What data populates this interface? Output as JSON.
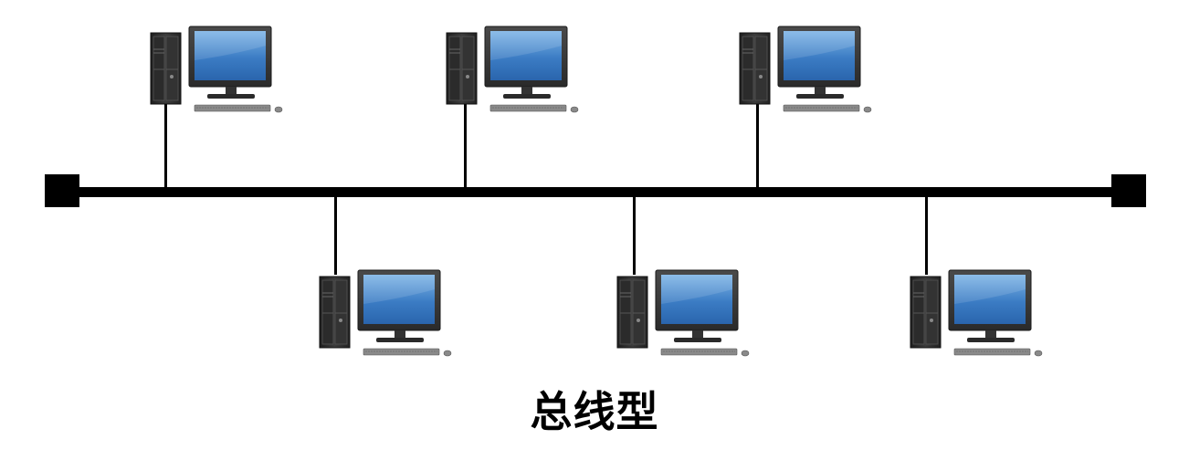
{
  "diagram": {
    "type": "bus-topology",
    "caption": "总线型",
    "node_icon": "desktop-computer-icon",
    "terminator_icon": "bus-terminator-icon",
    "colors": {
      "bus": "#000000",
      "tower_dark": "#2e2e2e",
      "tower_mid": "#4a4a4a",
      "monitor_frame": "#3a3a3a",
      "screen_top": "#6aa8e0",
      "screen_bottom": "#2a6bb5",
      "keyboard": "#7a7a7a"
    },
    "nodes_above": 3,
    "nodes_below": 3
  }
}
